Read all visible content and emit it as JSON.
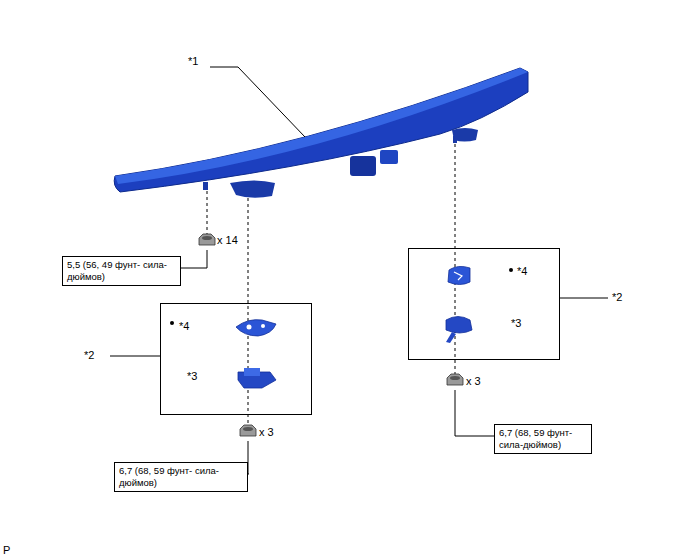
{
  "diagram": {
    "nodes": [
      {
        "text": [
          "5,5 (56, 49 фунт- сила-дюймов)"
        ]
      },
      {
        "text": [
          "*4",
          "*3"
        ]
      },
      {
        "text": [
          "6,7 (68, 59 фунт- сила-дюймов)"
        ]
      },
      {
        "text": [
          "*4",
          "*3"
        ]
      },
      {
        "text": [
          "6,7 (68, 59 фунт- сила-дюймов)"
        ]
      }
    ],
    "labels": [
      "*1",
      "x 14",
      "*2",
      "*2",
      "x 3",
      "x 3",
      "P"
    ]
  }
}
